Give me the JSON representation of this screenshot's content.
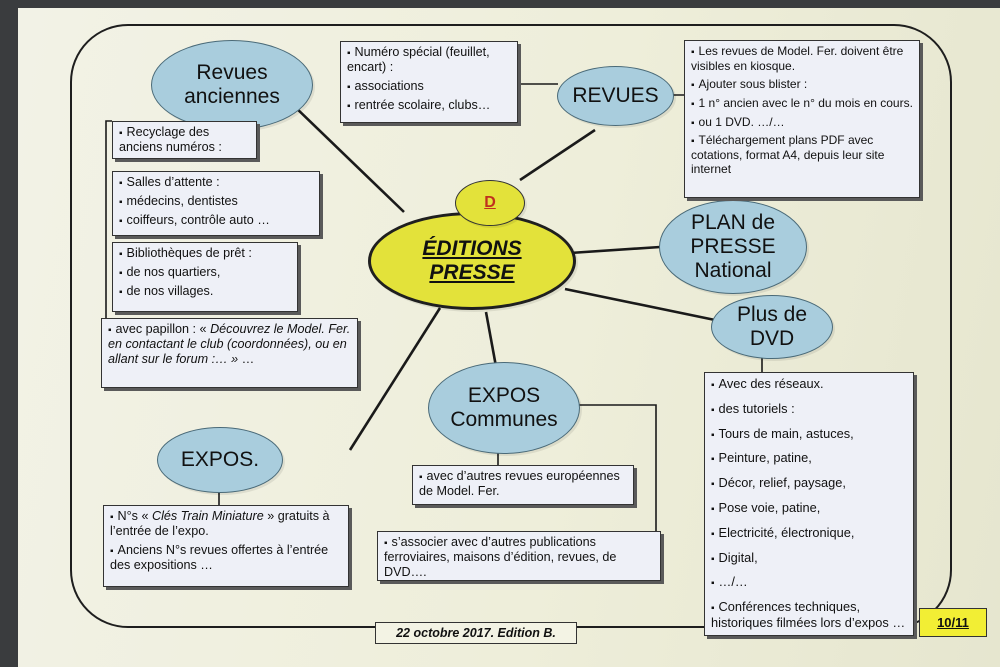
{
  "center": {
    "line1": "ÉDITIONS",
    "line2": "PRESSE",
    "tag": "D"
  },
  "nodes": {
    "revues_anciennes": [
      "Revues",
      "anciennes"
    ],
    "revues": [
      "REVUES"
    ],
    "plan_presse": [
      "PLAN de",
      "PRESSE",
      "National"
    ],
    "plus_dvd": [
      "Plus de",
      "DVD"
    ],
    "expos_communes": [
      "EXPOS",
      "Communes"
    ],
    "expos": [
      "EXPOS."
    ]
  },
  "boxes": {
    "numero_special": {
      "items": [
        "Numéro spécial (feuillet, encart) :",
        "associations",
        "rentrée scolaire, clubs…"
      ]
    },
    "revues_model": {
      "items": [
        "Les revues de Model. Fer. doivent être visibles en kiosque.",
        "Ajouter sous blister :",
        "1 n° ancien avec le n° du mois en cours.",
        "ou 1 DVD.     …/…",
        "Téléchargement plans PDF avec cotations, format A4, depuis leur site internet"
      ]
    },
    "recyclage": {
      "items": [
        "Recyclage des anciens numéros :"
      ]
    },
    "salles": {
      "items": [
        "Salles d’attente :",
        "médecins, dentistes",
        "coiffeurs, contrôle auto …"
      ]
    },
    "biblio": {
      "items": [
        "Bibliothèques de prêt :",
        "de nos quartiers,",
        "de nos villages."
      ]
    },
    "papillon": {
      "prefix": "avec papillon : « ",
      "italic": "Découvrez le Model. Fer. en contactant le club (coordonnées), ou en allant sur le forum :… »",
      "suffix": "   …"
    },
    "avec_revues": {
      "items": [
        "avec d’autres revues européennes de Model. Fer."
      ]
    },
    "associer": {
      "items": [
        "s’associer avec d’autres publications ferroviaires, maisons d’édition, revues, de DVD…."
      ]
    },
    "ns_cles": {
      "line1_prefix": "N°s « ",
      "line1_italic": "Clés Train Miniature",
      "line1_suffix": " » gratuits à l’entrée de l’expo.",
      "line2": "Anciens N°s revues offertes à l’entrée des expositions …"
    },
    "dvd_list": {
      "items": [
        "Avec des réseaux.",
        "des tutoriels :",
        "Tours de main, astuces,",
        "Peinture, patine,",
        "Décor, relief, paysage,",
        "Pose voie, patine,",
        "Electricité, électronique,",
        "Digital,",
        "…/…",
        "Conférences techniques, historiques filmées lors d’expos …"
      ]
    }
  },
  "footer": {
    "date": "22 octobre 2017. Edition B.",
    "page": "10/11"
  },
  "colors": {
    "oval": "#a9cddd",
    "center": "#e3e23a",
    "box": "#eef0f7",
    "tag_text": "#c0301d",
    "page_badge": "#f2ee34"
  }
}
